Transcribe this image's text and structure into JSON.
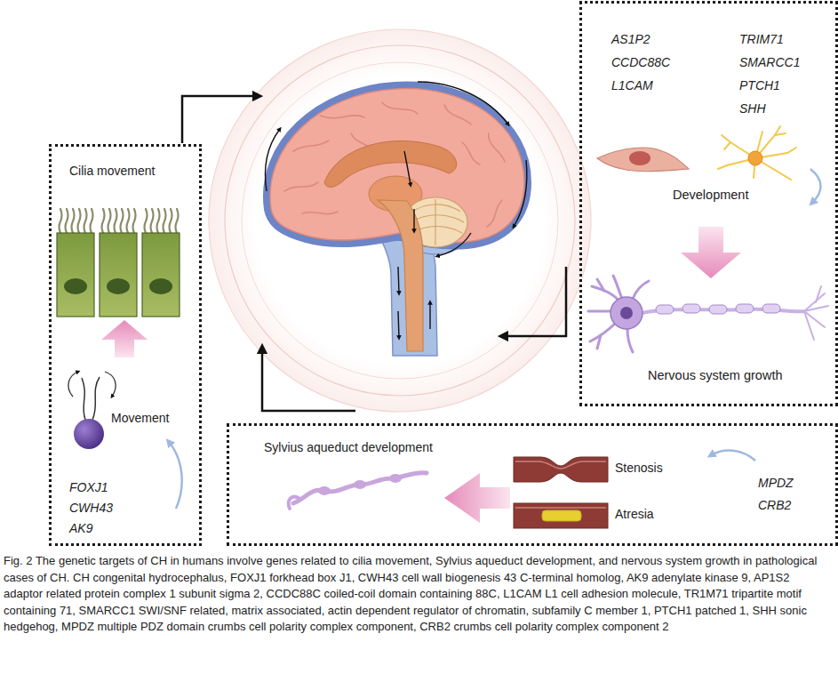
{
  "diagram": {
    "caption": "Fig. 2 The genetic targets of CH in humans involve genes related to cilia movement, Sylvius aqueduct development, and nervous system growth in pathological cases of CH. CH congenital hydrocephalus, FOXJ1 forkhead box J1, CWH43 cell wall biogenesis 43 C-terminal homolog, AK9 adenylate kinase 9, AP1S2 adaptor related protein complex 1 subunit sigma 2, CCDC88C coiled-coil domain containing 88C, L1CAM L1 cell adhesion molecule, TR1M71 tripartite motif containing 71, SMARCC1 SWI/SNF related, matrix associated, actin dependent regulator of chromatin, subfamily C member 1, PTCH1 patched 1, SHH sonic hedgehog, MPDZ multiple PDZ domain crumbs cell polarity complex component, CRB2 crumbs cell polarity complex component 2",
    "nodes": [
      {
        "text": [
          "Cilia movement",
          "Movement",
          "FOXJ1 CWH43 AK9"
        ]
      },
      {
        "text": [
          "AS1P2 CCDC88C L1CAM",
          "TRIM71 SMARCC1 PTCH1 SHH",
          "Development",
          "Nervous system growth"
        ]
      },
      {
        "text": [
          "Sylvius aqueduct development",
          "Stenosis",
          "Atresia",
          "MPDZ CRB2"
        ]
      }
    ]
  }
}
